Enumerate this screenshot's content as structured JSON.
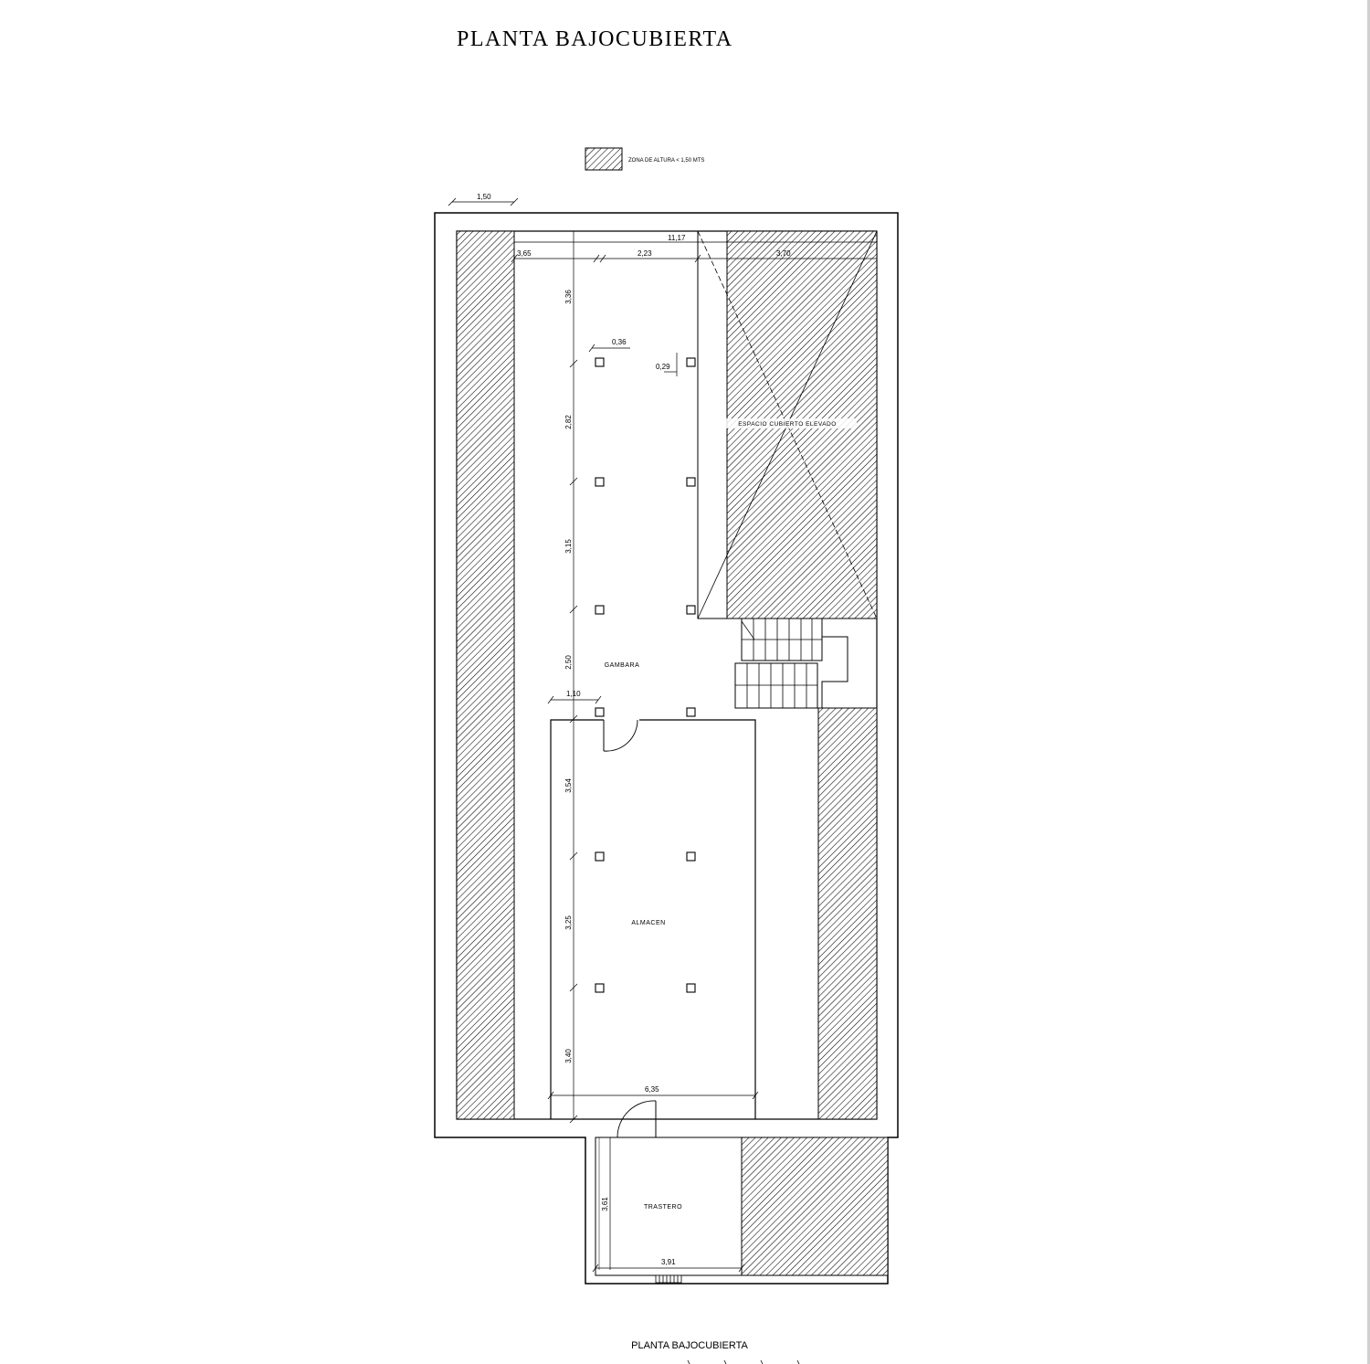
{
  "title": "PLANTA BAJOCUBIERTA",
  "footer_title": "PLANTA BAJOCUBIERTA",
  "legend": {
    "label": "ZONA DE ALTURA < 1,50 MTS"
  },
  "rooms": {
    "gambara": "GAMBARA",
    "almacen": "ALMACEN",
    "trastero": "TRASTERO",
    "espacio": "ESPACIO CUBIERTO ELEVADO"
  },
  "dimensions": {
    "outer_offset": "1,50",
    "total_width": "11,17",
    "left_strip": "3,65",
    "corridor": "2,23",
    "right_block": "3,70",
    "v_top": "3,36",
    "column_size": "0,36",
    "column_gap": "0,29",
    "v_2": "2,82",
    "v_3": "3,15",
    "v_4": "2,50",
    "door_offset": "1,10",
    "v_5": "3,54",
    "v_6": "3,25",
    "v_7": "3,40",
    "almacen_width": "6,35",
    "trastero_height": "3,61",
    "trastero_width": "3,91"
  },
  "colors": {
    "line": "#000000",
    "background": "#ffffff"
  }
}
